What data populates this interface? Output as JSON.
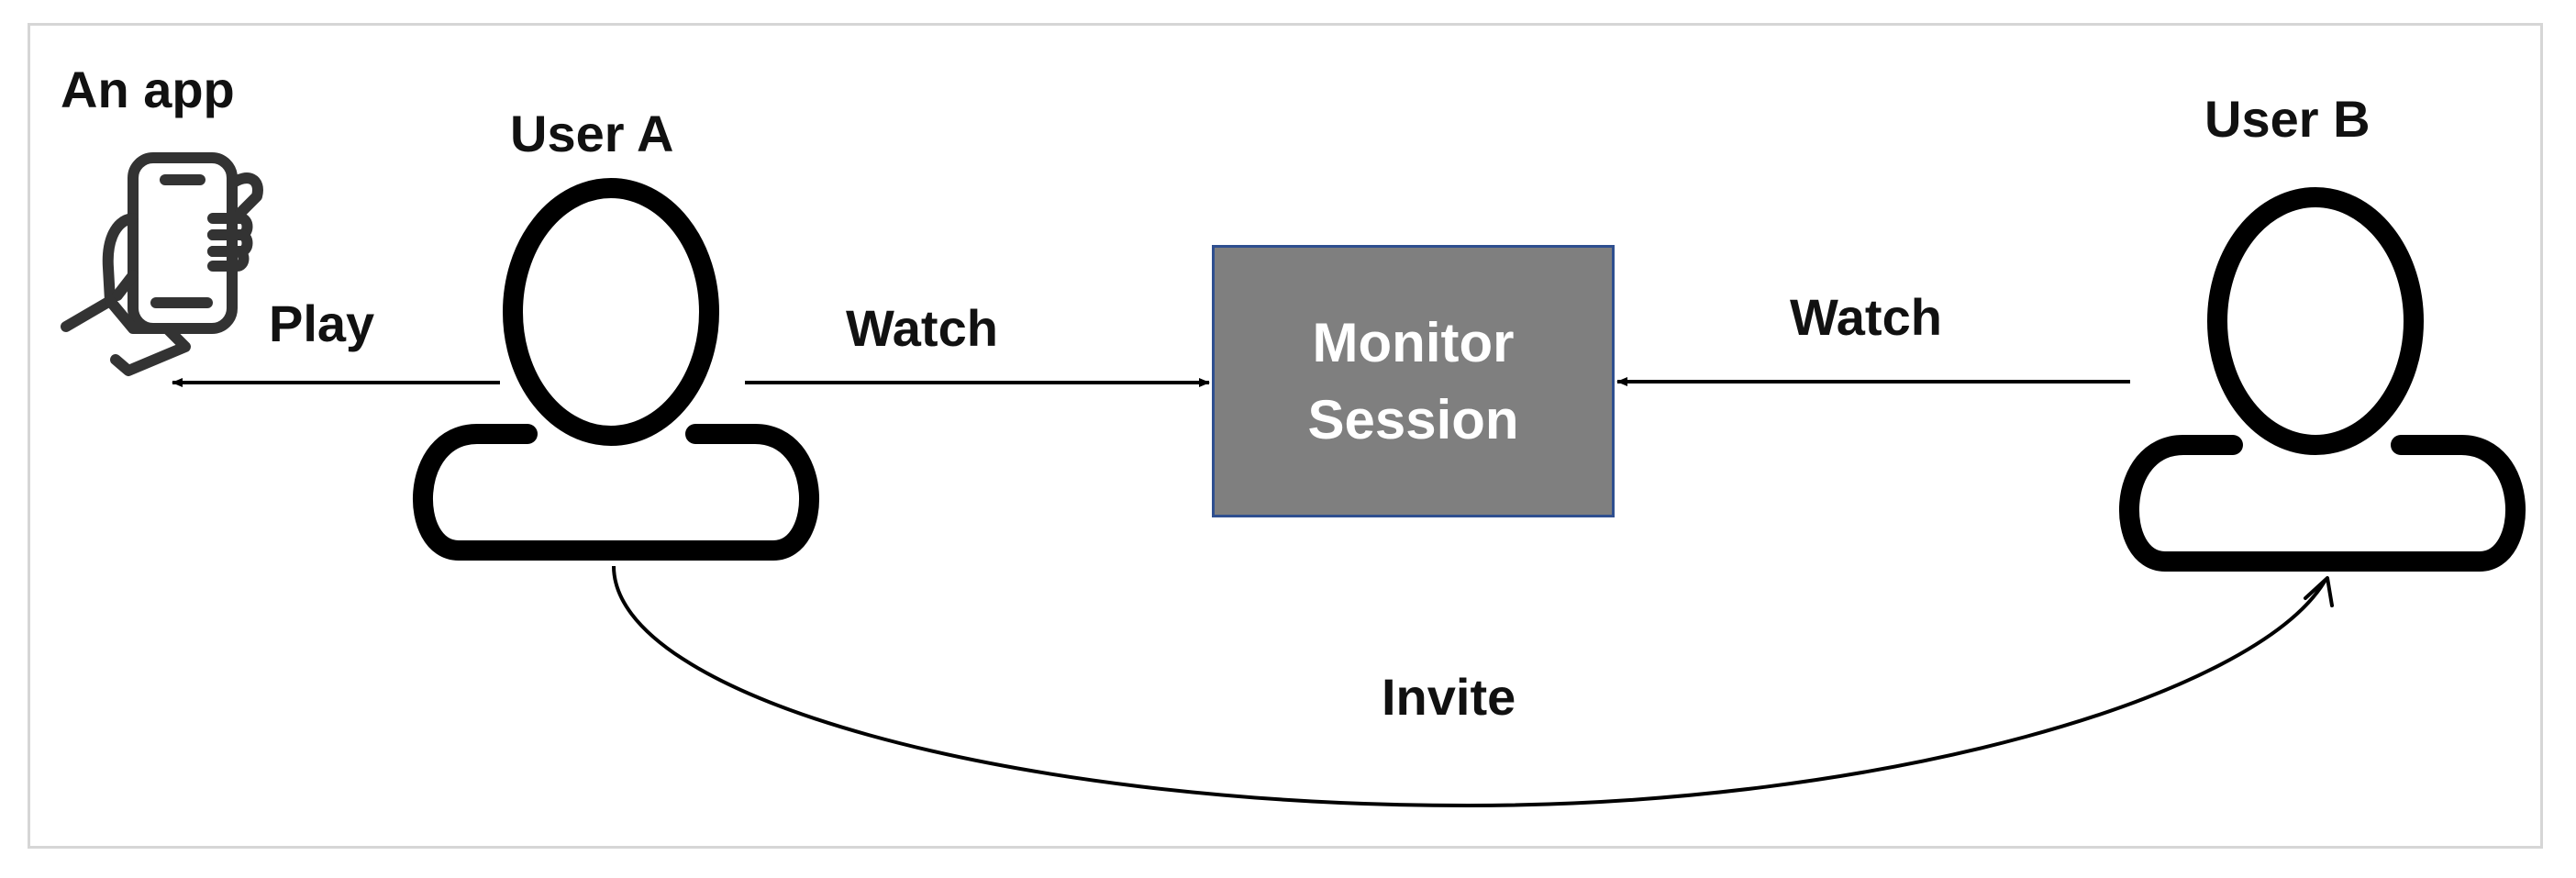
{
  "app": {
    "label": "An app",
    "icon": "hand-holding-phone-icon"
  },
  "users": {
    "a": {
      "label": "User A",
      "icon": "user-icon"
    },
    "b": {
      "label": "User B",
      "icon": "user-icon"
    }
  },
  "center": {
    "line1": "Monitor",
    "line2": "Session",
    "fill_color": "#7f7f7f",
    "border_color": "#2f4f8f"
  },
  "edges": {
    "play": "Play",
    "watch_a": "Watch",
    "watch_b": "Watch",
    "invite": "Invite"
  }
}
